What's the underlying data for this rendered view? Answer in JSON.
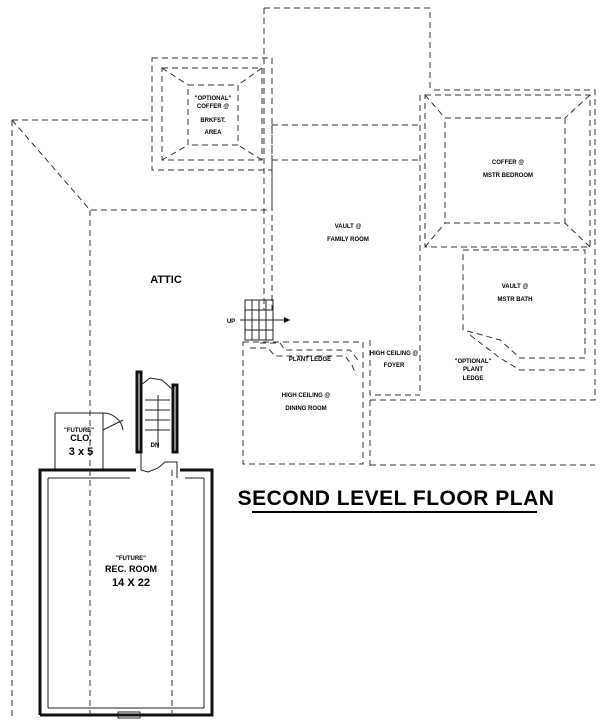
{
  "title": "SECOND LEVEL FLOOR PLAN",
  "rooms": {
    "attic": "ATTIC",
    "brkfst_optional": "\"OPTIONAL\"",
    "brkfst_coffer": "COFFER @",
    "brkfst_name": "BRKFST.",
    "brkfst_area": "AREA",
    "mstr_bed_coffer": "COFFER @",
    "mstr_bed_name": "MSTR BEDROOM",
    "family_vault": "VAULT @",
    "family_name": "FAMILY ROOM",
    "mstr_bath_vault": "VAULT @",
    "mstr_bath_name": "MSTR BATH",
    "plant_ledge": "PLANT LEDGE",
    "foyer_ceiling": "HIGH CEILING @",
    "foyer_name": "FOYER",
    "optional_plant_1": "\"OPTIONAL\"",
    "optional_plant_2": "PLANT",
    "optional_plant_3": "LEDGE",
    "dining_ceiling": "HIGH CEILING @",
    "dining_name": "DINING ROOM",
    "clo_future": "\"FUTURE\"",
    "clo_name": "CLO.",
    "clo_size": "3 x 5",
    "rec_future": "\"FUTURE\"",
    "rec_name": "REC. ROOM",
    "rec_size": "14 X 22"
  },
  "stairs": {
    "up": "UP",
    "down": "DN"
  }
}
